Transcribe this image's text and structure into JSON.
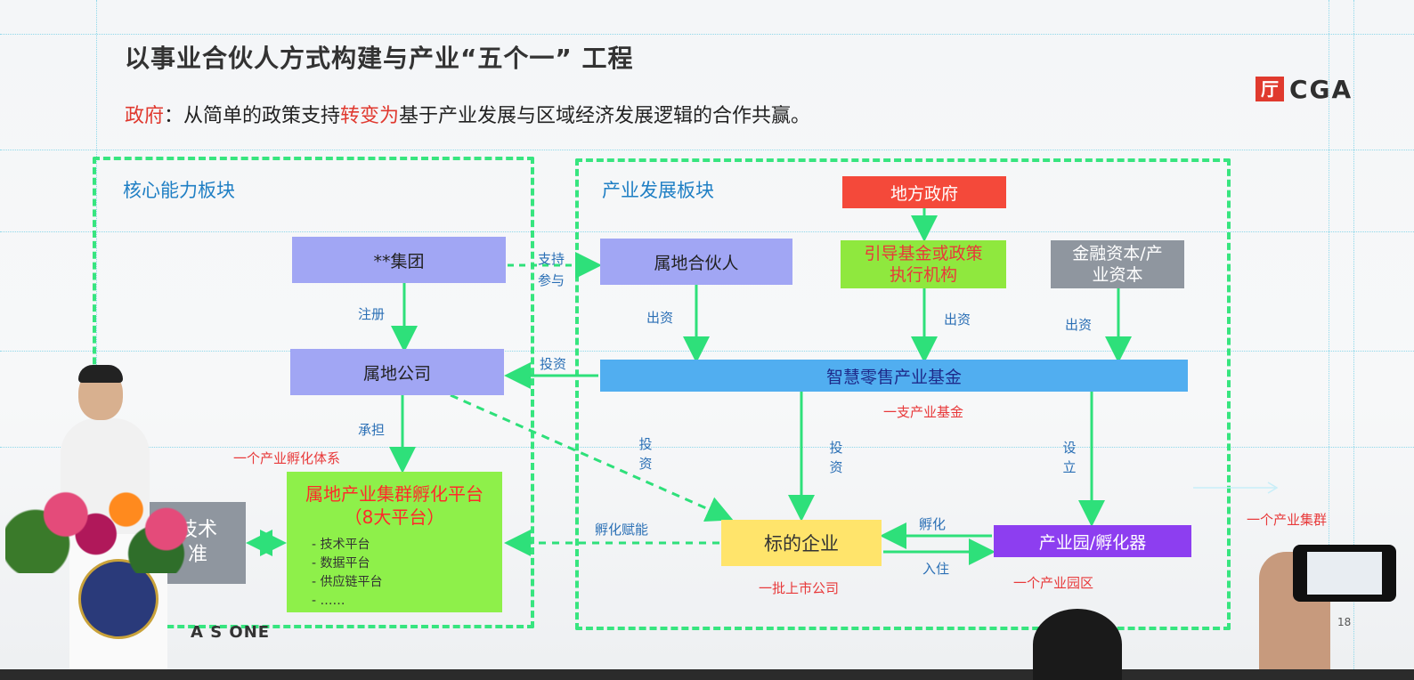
{
  "slide": {
    "title": "以事业合伙人方式构建与产业“五个一” 工程",
    "subtitle_red_1": "政府",
    "subtitle_black_1": "：从简单的政策支持",
    "subtitle_red_2": "转变为",
    "subtitle_black_2": "基于产业发展与区域经济发展逻辑的合作共赢。",
    "logo_mark": "厅",
    "logo_text": "CGA",
    "brand_bottom": "A S ONE",
    "page_number": "18",
    "outside_note": "一个产业集群"
  },
  "sections": {
    "core": {
      "title": "核心能力板块"
    },
    "industry": {
      "title": "产业发展板块"
    }
  },
  "nodes": {
    "group": "**集团",
    "local_company": "属地公司",
    "platform_title": "属地产业集群孵化平台（8大平台）",
    "platform_items": [
      "技术平台",
      "数据平台",
      "供应链平台",
      "……"
    ],
    "tech_standard_1": "技术",
    "tech_standard_2": "准",
    "local_partner": "属地合伙人",
    "local_gov": "地方政府",
    "guide_fund": "引导基金或政策执行机构",
    "finance_capital": "金融资本/产业资本",
    "fund": "智慧零售产业基金",
    "target_company": "标的企业",
    "incubator": "产业园/孵化器"
  },
  "labels": {
    "support": "支持",
    "participate": "参与",
    "register": "注册",
    "invest_left": "投资",
    "undertake": "承担",
    "capital_1": "出资",
    "capital_2": "出资",
    "capital_3": "出资",
    "invest_diag": "投资",
    "invest_mid": "投资",
    "establish": "设立",
    "incubate_empower": "孵化赋能",
    "incubate": "孵化",
    "settle": "入住"
  },
  "notes": {
    "incubation_system": "一个产业孵化体系",
    "one_fund": "一支产业基金",
    "listed_companies": "一批上市公司",
    "industrial_park": "一个产业园区"
  },
  "colors": {
    "accent_green": "#37e57f",
    "arrow_green": "#2ee07a",
    "title_blue": "#1f7fc4",
    "note_red": "#e8393a"
  }
}
